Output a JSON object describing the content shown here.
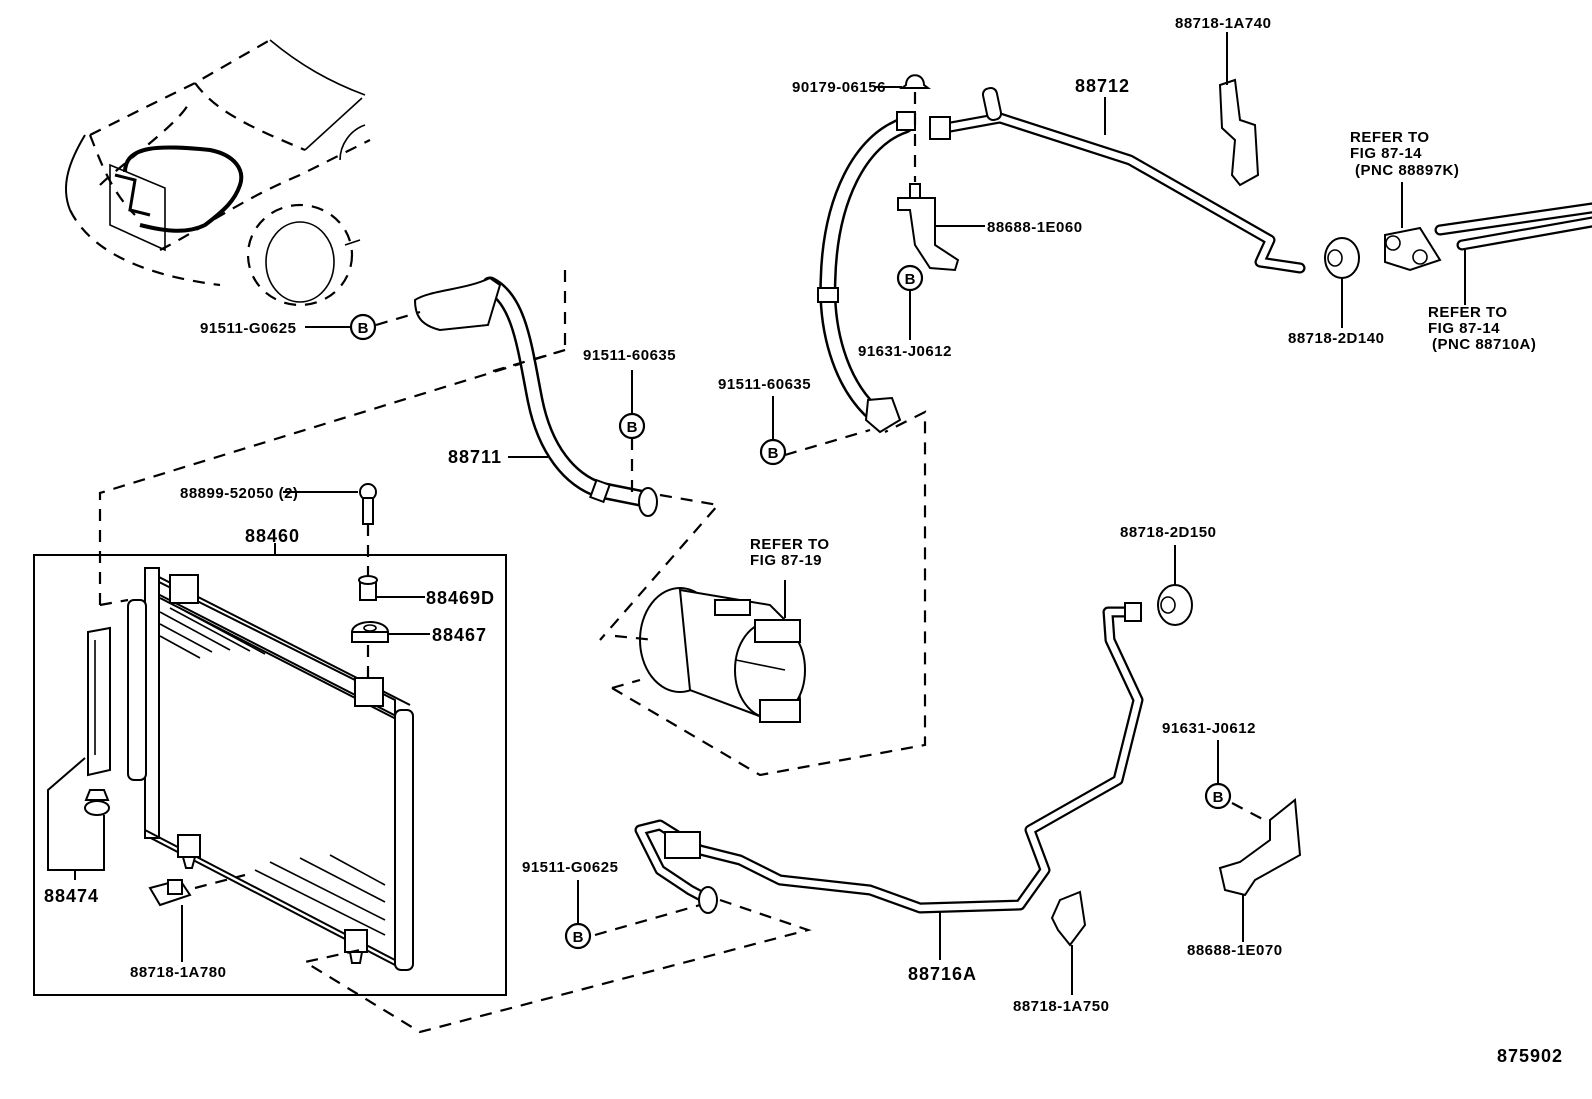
{
  "figure_number": "875902",
  "bolt_marker": "B",
  "labels": {
    "nut_top": "90179-06156",
    "hose_discharge": "88712",
    "clamp_top_right": "88718-1A740",
    "refer_88897k_l1": "REFER TO",
    "refer_88897k_l2": "FIG 87-14",
    "refer_88897k_l3": "(PNC 88897K)",
    "bracket_1e060": "88688-1E060",
    "bolt_j0612_top": "91631-J0612",
    "cushion_2d140": "88718-2D140",
    "refer_88710a_l1": "REFER TO",
    "refer_88710a_l2": "FIG 87-14",
    "refer_88710a_l3": "(PNC 88710A)",
    "bolt_g0625_top": "91511-G0625",
    "bolt_60635_left": "91511-60635",
    "bolt_60635_mid": "91511-60635",
    "hose_suction": "88711",
    "bolt_52050": "88899-52050 (2)",
    "condenser": "88460",
    "collar": "88469D",
    "cushion_88467": "88467",
    "refer_compressor_l1": "REFER TO",
    "refer_compressor_l2": "FIG 87-19",
    "cushion_2d150": "88718-2D150",
    "bolt_j0612_bottom": "91631-J0612",
    "filter_set": "88474",
    "clamp_1a780": "88718-1A780",
    "bolt_g0625_bottom": "91511-G0625",
    "tube_liquid": "88716A",
    "clamp_1a750": "88718-1A750",
    "bracket_1e070": "88688-1E070"
  }
}
